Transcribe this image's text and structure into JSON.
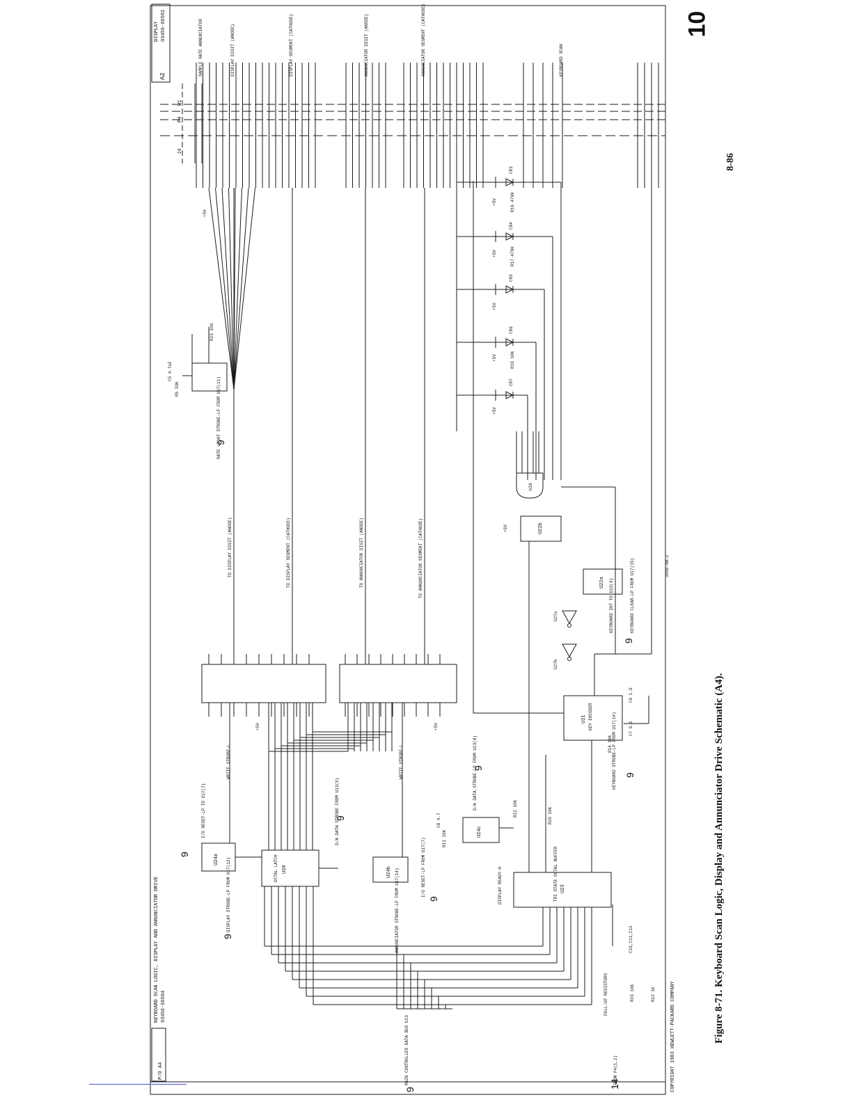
{
  "titleblock": {
    "left_ref": "P/O A4",
    "left_title": "KEYBOARD SCAN LOGIC, DISPLAY AND ANNUNCIATOR DRIVE",
    "left_part": "03456-66504",
    "right_ref": "A2",
    "right_title": "DISPLAY",
    "right_part": "03456-66502",
    "copyright": "COPYRIGHT 1983 HEWLETT-PACKARD COMPANY",
    "drawing_no": "3456-4A-2"
  },
  "caption": {
    "title": "Figure 8-71.  Keyboard Scan Logic, Display and Annunciator Drive Schematic (A4).",
    "page": "8-86",
    "page_number": "10"
  },
  "connectors": {
    "j4": "J4",
    "p4": "P4",
    "w1": "W1"
  },
  "groups": {
    "sample_rate": "SAMPLE RATE ANNUNCIATOR",
    "display_digit": "DISPLAY DIGIT (ANODE)",
    "display_segment": "DISPLAY SEGMENT (CATHODE)",
    "annunciator_digit": "ANNUNCIATOR DIGIT (ANODE)",
    "annunciator_segment": "ANNUNCIATOR SEGMENT (CATHODE)",
    "keyboard_scan": "KEYBOARD SCAN"
  },
  "bus_labels": {
    "to_display_digit": "TO DISPLAY DIGIT (ANODE)",
    "to_display_segment": "TO DISPLAY SEGMENT (CATHODE)",
    "to_annunciator_digit": "TO ANNUNCIATOR DIGIT (ANODE)",
    "to_annunciator_segment": "TO ANNUNCIATOR SEGMENT (CATHODE)"
  },
  "components": {
    "u28": "OCTAL LATCH",
    "u28_ref": "U28",
    "u23": "TRI STATE OCTAL BUFFER",
    "u23_ref": "U23",
    "u21": "KEY ENCODER",
    "u21_ref": "U21",
    "u24a": "U24a",
    "u24b": "U24b",
    "u24c": "U24c",
    "u22a": "U22a",
    "u22b": "U22b",
    "u26": "U26",
    "u27a": "U27a",
    "u27b": "U27b"
  },
  "resistors": {
    "r23": "R23 330",
    "r5": "R5 33K",
    "r11": "R11 15K",
    "r12": "R12 10K",
    "r20": "R20 10K",
    "r14": "R14 10K",
    "r15": "R15 10K",
    "r22": "R22 1K",
    "r16": "R16 470K",
    "r17": "R17 470K",
    "r19": "R19 10K"
  },
  "capacitors": {
    "c5": "C5 4.7uF",
    "c8": "C8 4.7",
    "c6": "C6 1.0",
    "c7": "C7 0.1",
    "c10": "C10,C11,C12"
  },
  "diodes": [
    "CR3",
    "CR4",
    "CR5",
    "CR6",
    "CR7"
  ],
  "supply": "+5V",
  "signals": {
    "display_strobe": "DISPLAY STROBE-LP FROM U17(12)",
    "io_reset_to": "I/O RESET-LP TO U17(7)",
    "write_strobe": "WRITE STROBE-L",
    "da_data_strobe": "D/A DATA STROBE FROM U13(9)",
    "annunciator_strobe": "ANNUNCIATOR STROBE-LP FROM U17(14)",
    "io_reset_from": "I/O RESET-LP FROM U17(7)",
    "da_strobe_u24c": "D/A DATA STROBE-LP FROM U13(8)",
    "display_ready": "DISPLAY READY-H",
    "rate_light": "RATE LIGHT STROBE-LP FROM U17(11)",
    "keyboard_int": "KEYBOARD INT TO U13(4)",
    "keyboard_clear": "KEYBOARD CLEAR-LP FROM U17(15)",
    "keyboard_strobe": "KEYBOARD STROBE-LP FROM U17(14)",
    "main_bus": "MAIN CONTROLLER DATA BUS U13",
    "pullup": "PULL-UP RESISTORS",
    "from_p4": "FROM P4(1,2)"
  },
  "sheet_refs": {
    "a": "9",
    "b": "14"
  }
}
